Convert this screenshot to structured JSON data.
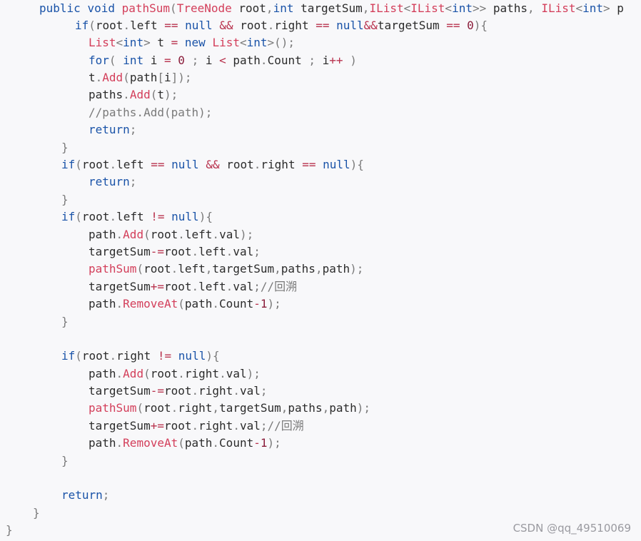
{
  "colors": {
    "background": "#f8f8fa",
    "keyword": "#1a53a8",
    "function_type": "#d33e5a",
    "operator": "#b8324d",
    "number": "#8a1c3a",
    "punctuation": "#7a7a7a",
    "text": "#2b2b2b"
  },
  "code_lines": [
    {
      "tokens": [
        [
          "kw",
          "public"
        ],
        [
          "plain",
          " "
        ],
        [
          "kw",
          "void"
        ],
        [
          "plain",
          " "
        ],
        [
          "func",
          "pathSum"
        ],
        [
          "punc",
          "("
        ],
        [
          "class",
          "TreeNode"
        ],
        [
          "plain",
          " root"
        ],
        [
          "punc",
          ","
        ],
        [
          "type",
          "int"
        ],
        [
          "plain",
          " targetSum"
        ],
        [
          "punc",
          ","
        ],
        [
          "generic",
          "IList"
        ],
        [
          "punc",
          "<"
        ],
        [
          "generic",
          "IList"
        ],
        [
          "punc",
          "<"
        ],
        [
          "type",
          "int"
        ],
        [
          "punc",
          ">>"
        ],
        [
          "plain",
          " paths"
        ],
        [
          "punc",
          ","
        ],
        [
          "plain",
          " "
        ],
        [
          "generic",
          "IList"
        ],
        [
          "punc",
          "<"
        ],
        [
          "type",
          "int"
        ],
        [
          "punc",
          ">"
        ],
        [
          "plain",
          " p"
        ]
      ]
    },
    {
      "tokens": [
        [
          "kw",
          "if"
        ],
        [
          "punc",
          "("
        ],
        [
          "plain",
          "root"
        ],
        [
          "punc",
          "."
        ],
        [
          "member",
          "left"
        ],
        [
          "plain",
          " "
        ],
        [
          "op",
          "=="
        ],
        [
          "plain",
          " "
        ],
        [
          "kw",
          "null"
        ],
        [
          "plain",
          " "
        ],
        [
          "op",
          "&&"
        ],
        [
          "plain",
          " root"
        ],
        [
          "punc",
          "."
        ],
        [
          "member",
          "right"
        ],
        [
          "plain",
          " "
        ],
        [
          "op",
          "=="
        ],
        [
          "plain",
          " "
        ],
        [
          "kw",
          "null"
        ],
        [
          "op",
          "&&"
        ],
        [
          "plain",
          "targetSum "
        ],
        [
          "op",
          "=="
        ],
        [
          "plain",
          " "
        ],
        [
          "num",
          "0"
        ],
        [
          "punc",
          "){"
        ]
      ]
    },
    {
      "tokens": [
        [
          "generic",
          "List"
        ],
        [
          "punc",
          "<"
        ],
        [
          "type",
          "int"
        ],
        [
          "punc",
          ">"
        ],
        [
          "plain",
          " t "
        ],
        [
          "op",
          "="
        ],
        [
          "plain",
          " "
        ],
        [
          "kw",
          "new"
        ],
        [
          "plain",
          " "
        ],
        [
          "generic",
          "List"
        ],
        [
          "punc",
          "<"
        ],
        [
          "type",
          "int"
        ],
        [
          "punc",
          ">();"
        ]
      ]
    },
    {
      "tokens": [
        [
          "kw",
          "for"
        ],
        [
          "punc",
          "("
        ],
        [
          "plain",
          " "
        ],
        [
          "type",
          "int"
        ],
        [
          "plain",
          " i "
        ],
        [
          "op",
          "="
        ],
        [
          "plain",
          " "
        ],
        [
          "num",
          "0"
        ],
        [
          "plain",
          " "
        ],
        [
          "punc",
          ";"
        ],
        [
          "plain",
          " i "
        ],
        [
          "op",
          "<"
        ],
        [
          "plain",
          " path"
        ],
        [
          "punc",
          "."
        ],
        [
          "member",
          "Count"
        ],
        [
          "plain",
          " "
        ],
        [
          "punc",
          ";"
        ],
        [
          "plain",
          " i"
        ],
        [
          "op",
          "++"
        ],
        [
          "plain",
          " "
        ],
        [
          "punc",
          ")"
        ]
      ]
    },
    {
      "tokens": [
        [
          "plain",
          "t"
        ],
        [
          "punc",
          "."
        ],
        [
          "func",
          "Add"
        ],
        [
          "punc",
          "("
        ],
        [
          "plain",
          "path"
        ],
        [
          "punc",
          "["
        ],
        [
          "plain",
          "i"
        ],
        [
          "punc",
          "]);"
        ]
      ]
    },
    {
      "tokens": [
        [
          "plain",
          "paths"
        ],
        [
          "punc",
          "."
        ],
        [
          "func",
          "Add"
        ],
        [
          "punc",
          "("
        ],
        [
          "plain",
          "t"
        ],
        [
          "punc",
          ");"
        ]
      ]
    },
    {
      "tokens": [
        [
          "comment",
          "//paths.Add(path);"
        ]
      ]
    },
    {
      "tokens": [
        [
          "kw",
          "return"
        ],
        [
          "punc",
          ";"
        ]
      ]
    },
    {
      "tokens": [
        [
          "punc",
          "}"
        ]
      ]
    },
    {
      "tokens": [
        [
          "kw",
          "if"
        ],
        [
          "punc",
          "("
        ],
        [
          "plain",
          "root"
        ],
        [
          "punc",
          "."
        ],
        [
          "member",
          "left"
        ],
        [
          "plain",
          " "
        ],
        [
          "op",
          "=="
        ],
        [
          "plain",
          " "
        ],
        [
          "kw",
          "null"
        ],
        [
          "plain",
          " "
        ],
        [
          "op",
          "&&"
        ],
        [
          "plain",
          " root"
        ],
        [
          "punc",
          "."
        ],
        [
          "member",
          "right"
        ],
        [
          "plain",
          " "
        ],
        [
          "op",
          "=="
        ],
        [
          "plain",
          " "
        ],
        [
          "kw",
          "null"
        ],
        [
          "punc",
          "){"
        ]
      ]
    },
    {
      "tokens": [
        [
          "kw",
          "return"
        ],
        [
          "punc",
          ";"
        ]
      ]
    },
    {
      "tokens": [
        [
          "punc",
          "}"
        ]
      ]
    },
    {
      "tokens": [
        [
          "kw",
          "if"
        ],
        [
          "punc",
          "("
        ],
        [
          "plain",
          "root"
        ],
        [
          "punc",
          "."
        ],
        [
          "member",
          "left"
        ],
        [
          "plain",
          " "
        ],
        [
          "op",
          "!="
        ],
        [
          "plain",
          " "
        ],
        [
          "kw",
          "null"
        ],
        [
          "punc",
          "){"
        ]
      ]
    },
    {
      "tokens": [
        [
          "plain",
          "path"
        ],
        [
          "punc",
          "."
        ],
        [
          "func",
          "Add"
        ],
        [
          "punc",
          "("
        ],
        [
          "plain",
          "root"
        ],
        [
          "punc",
          "."
        ],
        [
          "member",
          "left"
        ],
        [
          "punc",
          "."
        ],
        [
          "member",
          "val"
        ],
        [
          "punc",
          ");"
        ]
      ]
    },
    {
      "tokens": [
        [
          "plain",
          "targetSum"
        ],
        [
          "op",
          "-="
        ],
        [
          "plain",
          "root"
        ],
        [
          "punc",
          "."
        ],
        [
          "member",
          "left"
        ],
        [
          "punc",
          "."
        ],
        [
          "member",
          "val"
        ],
        [
          "punc",
          ";"
        ]
      ]
    },
    {
      "tokens": [
        [
          "func",
          "pathSum"
        ],
        [
          "punc",
          "("
        ],
        [
          "plain",
          "root"
        ],
        [
          "punc",
          "."
        ],
        [
          "member",
          "left"
        ],
        [
          "punc",
          ","
        ],
        [
          "plain",
          "targetSum"
        ],
        [
          "punc",
          ","
        ],
        [
          "plain",
          "paths"
        ],
        [
          "punc",
          ","
        ],
        [
          "plain",
          "path"
        ],
        [
          "punc",
          ");"
        ]
      ]
    },
    {
      "tokens": [
        [
          "plain",
          "targetSum"
        ],
        [
          "op",
          "+="
        ],
        [
          "plain",
          "root"
        ],
        [
          "punc",
          "."
        ],
        [
          "member",
          "left"
        ],
        [
          "punc",
          "."
        ],
        [
          "member",
          "val"
        ],
        [
          "punc",
          ";"
        ],
        [
          "comment",
          "//回溯"
        ]
      ]
    },
    {
      "tokens": [
        [
          "plain",
          "path"
        ],
        [
          "punc",
          "."
        ],
        [
          "func",
          "RemoveAt"
        ],
        [
          "punc",
          "("
        ],
        [
          "plain",
          "path"
        ],
        [
          "punc",
          "."
        ],
        [
          "member",
          "Count"
        ],
        [
          "op",
          "-"
        ],
        [
          "num",
          "1"
        ],
        [
          "punc",
          ");"
        ]
      ]
    },
    {
      "tokens": [
        [
          "punc",
          "}"
        ]
      ]
    },
    {
      "tokens": []
    },
    {
      "tokens": [
        [
          "kw",
          "if"
        ],
        [
          "punc",
          "("
        ],
        [
          "plain",
          "root"
        ],
        [
          "punc",
          "."
        ],
        [
          "member",
          "right"
        ],
        [
          "plain",
          " "
        ],
        [
          "op",
          "!="
        ],
        [
          "plain",
          " "
        ],
        [
          "kw",
          "null"
        ],
        [
          "punc",
          "){"
        ]
      ]
    },
    {
      "tokens": [
        [
          "plain",
          "path"
        ],
        [
          "punc",
          "."
        ],
        [
          "func",
          "Add"
        ],
        [
          "punc",
          "("
        ],
        [
          "plain",
          "root"
        ],
        [
          "punc",
          "."
        ],
        [
          "member",
          "right"
        ],
        [
          "punc",
          "."
        ],
        [
          "member",
          "val"
        ],
        [
          "punc",
          ");"
        ]
      ]
    },
    {
      "tokens": [
        [
          "plain",
          "targetSum"
        ],
        [
          "op",
          "-="
        ],
        [
          "plain",
          "root"
        ],
        [
          "punc",
          "."
        ],
        [
          "member",
          "right"
        ],
        [
          "punc",
          "."
        ],
        [
          "member",
          "val"
        ],
        [
          "punc",
          ";"
        ]
      ]
    },
    {
      "tokens": [
        [
          "func",
          "pathSum"
        ],
        [
          "punc",
          "("
        ],
        [
          "plain",
          "root"
        ],
        [
          "punc",
          "."
        ],
        [
          "member",
          "right"
        ],
        [
          "punc",
          ","
        ],
        [
          "plain",
          "targetSum"
        ],
        [
          "punc",
          ","
        ],
        [
          "plain",
          "paths"
        ],
        [
          "punc",
          ","
        ],
        [
          "plain",
          "path"
        ],
        [
          "punc",
          ");"
        ]
      ]
    },
    {
      "tokens": [
        [
          "plain",
          "targetSum"
        ],
        [
          "op",
          "+="
        ],
        [
          "plain",
          "root"
        ],
        [
          "punc",
          "."
        ],
        [
          "member",
          "right"
        ],
        [
          "punc",
          "."
        ],
        [
          "member",
          "val"
        ],
        [
          "punc",
          ";"
        ],
        [
          "comment",
          "//回溯"
        ]
      ]
    },
    {
      "tokens": [
        [
          "plain",
          "path"
        ],
        [
          "punc",
          "."
        ],
        [
          "func",
          "RemoveAt"
        ],
        [
          "punc",
          "("
        ],
        [
          "plain",
          "path"
        ],
        [
          "punc",
          "."
        ],
        [
          "member",
          "Count"
        ],
        [
          "op",
          "-"
        ],
        [
          "num",
          "1"
        ],
        [
          "punc",
          ");"
        ]
      ]
    },
    {
      "tokens": [
        [
          "punc",
          "}"
        ]
      ]
    },
    {
      "tokens": []
    },
    {
      "tokens": [
        [
          "kw",
          "return"
        ],
        [
          "punc",
          ";"
        ]
      ]
    },
    {
      "tokens": [
        [
          "punc",
          "}"
        ]
      ]
    },
    {
      "tokens": [
        [
          "punc",
          "}"
        ]
      ]
    }
  ],
  "watermark": "CSDN @qq_49510069"
}
